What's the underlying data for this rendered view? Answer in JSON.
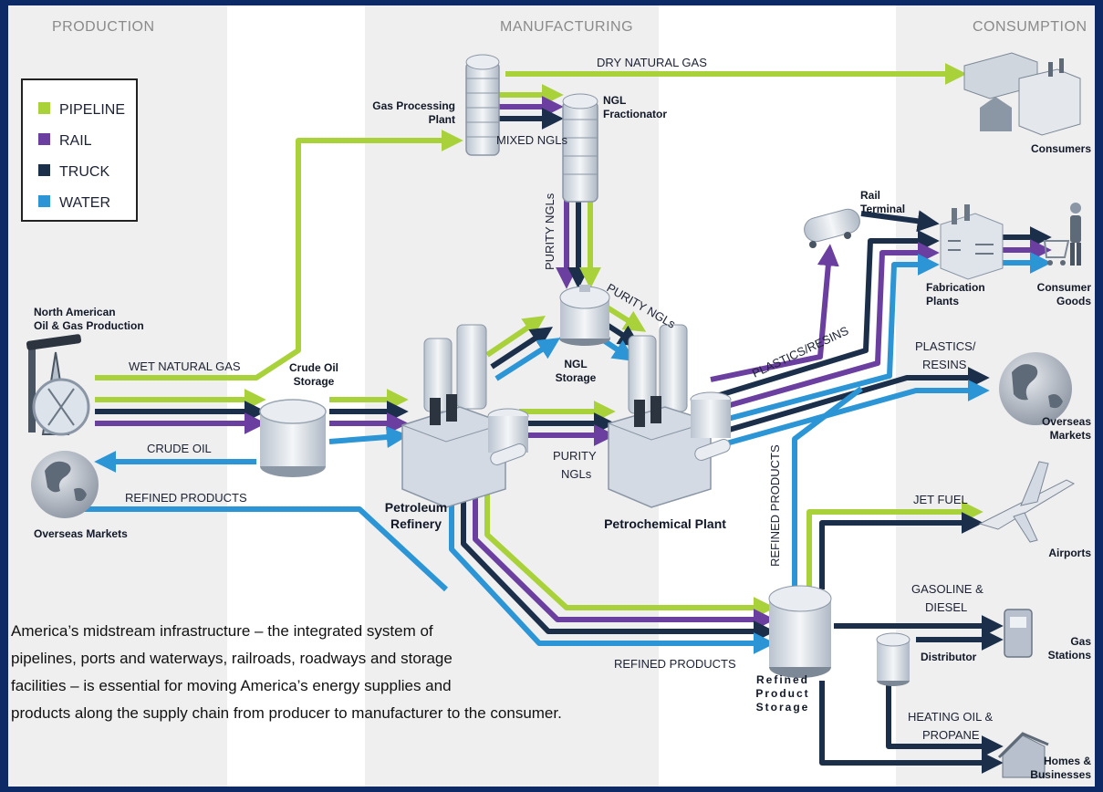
{
  "headers": {
    "production": "PRODUCTION",
    "manufacturing": "MANUFACTURING",
    "consumption": "CONSUMPTION"
  },
  "legend": [
    {
      "label": "PIPELINE",
      "color": "#a8d13a"
    },
    {
      "label": "RAIL",
      "color": "#6b3fa0"
    },
    {
      "label": "TRUCK",
      "color": "#1b2f4b"
    },
    {
      "label": "WATER",
      "color": "#2b95d6"
    }
  ],
  "nodes": {
    "north_american_line1": "North American",
    "north_american_line2": "Oil & Gas Production",
    "overseas_markets_left": "Overseas Markets",
    "crude_oil_storage_line1": "Crude Oil",
    "crude_oil_storage_line2": "Storage",
    "gas_processing_line1": "Gas Processing",
    "gas_processing_line2": "Plant",
    "ngl_fractionator_line1": "NGL",
    "ngl_fractionator_line2": "Fractionator",
    "ngl_storage_line1": "NGL",
    "ngl_storage_line2": "Storage",
    "petroleum_refinery_line1": "Petroleum",
    "petroleum_refinery_line2": "Refinery",
    "petrochemical_plant": "Petrochemical Plant",
    "rail_terminal_line1": "Rail",
    "rail_terminal_line2": "Terminal",
    "fabrication_plants_line1": "Fabrication",
    "fabrication_plants_line2": "Plants",
    "consumer_goods_line1": "Consumer",
    "consumer_goods_line2": "Goods",
    "consumers": "Consumers",
    "overseas_markets_right_line1": "Overseas",
    "overseas_markets_right_line2": "Markets",
    "airports": "Airports",
    "gas_stations_line1": "Gas",
    "gas_stations_line2": "Stations",
    "distributor": "Distributor",
    "refined_storage_line1": "Refined",
    "refined_storage_line2": "Product",
    "refined_storage_line3": "Storage",
    "homes_line1": "Homes &",
    "homes_line2": "Businesses"
  },
  "flows": {
    "wet_natural_gas": "WET NATURAL GAS",
    "crude_oil": "CRUDE OIL",
    "refined_products_left": "REFINED PRODUCTS",
    "dry_natural_gas": "DRY NATURAL GAS",
    "mixed_ngls": "MIXED NGLs",
    "purity_ngls_vertical": "PURITY NGLs",
    "purity_ngls_diagonal": "PURITY NGLs",
    "purity_line1": "PURITY",
    "purity_line2": "NGLs",
    "plastics_resins_diag": "PLASTICS/RESINS",
    "plastics_line1": "PLASTICS/",
    "plastics_line2": "RESINS",
    "refined_products_vertical": "REFINED PRODUCTS",
    "refined_products_bottom": "REFINED PRODUCTS",
    "jet_fuel": "JET FUEL",
    "gasoline_line1": "GASOLINE &",
    "gasoline_line2": "DIESEL",
    "heating_line1": "HEATING OIL &",
    "heating_line2": "PROPANE"
  },
  "caption": [
    "America’s midstream infrastructure – the integrated system of",
    "pipelines, ports and waterways, railroads, roadways and storage",
    "facilities – is essential for moving America’s energy supplies and",
    "products along the supply chain from producer to manufacturer to the consumer."
  ]
}
